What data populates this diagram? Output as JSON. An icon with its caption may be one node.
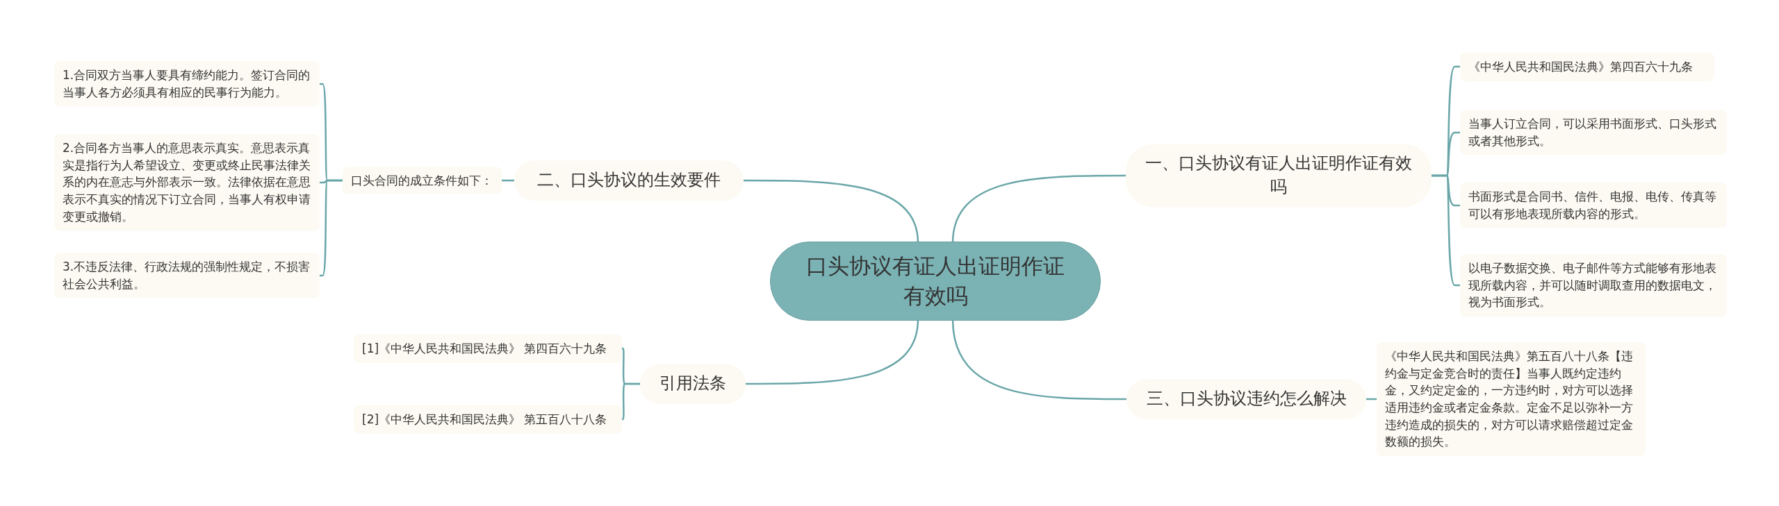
{
  "diagram": {
    "nodes": [
      {
        "text": [
          "口头协议有证人出证明作证有效吗"
        ]
      },
      {
        "text": [
          "一、口头协议有证人出证明作证有效吗"
        ]
      },
      {
        "text": [
          "《中华人民共和国民法典》第四百六十九条"
        ]
      },
      {
        "text": [
          "当事人订立合同，可以采用书面形式、口头形式或者其他形式。"
        ]
      },
      {
        "text": [
          "书面形式是合同书、信件、电报、电传、传真等可以有形地表现所载内容的形式。"
        ]
      },
      {
        "text": [
          "以电子数据交换、电子邮件等方式能够有形地表现所载内容，并可以随时调取查用的数据电文，视为书面形式。"
        ]
      },
      {
        "text": [
          "二、口头协议的生效要件"
        ]
      },
      {
        "text": [
          "口头合同的成立条件如下："
        ]
      },
      {
        "text": [
          "1.合同双方当事人要具有缔约能力。签订合同的当事人各方必须具有相应的民事行为能力。"
        ]
      },
      {
        "text": [
          "2.合同各方当事人的意思表示真实。意思表示真实是指行为人希望设立、变更或终止民事法律关系的内在意志与外部表示一致。法律依据在意思表示不真实的情况下订立合同，当事人有权申请变更或撤销。"
        ]
      },
      {
        "text": [
          "3.不违反法律、行政法规的强制性规定，不损害社会公共利益。"
        ]
      },
      {
        "text": [
          "三、口头协议违约怎么解决"
        ]
      },
      {
        "text": [
          "《中华人民共和国民法典》第五百八十八条【违约金与定金竞合时的责任】当事人既约定违约金，又约定定金的，一方违约时，对方可以选择适用违约金或者定金条款。定金不足以弥补一方违约造成的损失的，对方可以请求赔偿超过定金数额的损失。"
        ]
      },
      {
        "text": [
          "引用法条"
        ]
      },
      {
        "text": [
          "[1]《中华人民共和国民法典》 第四百六十九条"
        ]
      },
      {
        "text": [
          "[2]《中华人民共和国民法典》 第五百八十八条"
        ]
      }
    ],
    "edges": [
      {
        "from": 0,
        "to": 1,
        "arrow": "none"
      },
      {
        "from": 1,
        "to": 2,
        "arrow": "none"
      },
      {
        "from": 1,
        "to": 3,
        "arrow": "none"
      },
      {
        "from": 1,
        "to": 4,
        "arrow": "none"
      },
      {
        "from": 1,
        "to": 5,
        "arrow": "none"
      },
      {
        "from": 0,
        "to": 6,
        "arrow": "none"
      },
      {
        "from": 6,
        "to": 7,
        "arrow": "none"
      },
      {
        "from": 7,
        "to": 8,
        "arrow": "none"
      },
      {
        "from": 7,
        "to": 9,
        "arrow": "none"
      },
      {
        "from": 7,
        "to": 10,
        "arrow": "none"
      },
      {
        "from": 0,
        "to": 11,
        "arrow": "none"
      },
      {
        "from": 11,
        "to": 12,
        "arrow": "none"
      },
      {
        "from": 0,
        "to": 13,
        "arrow": "none"
      },
      {
        "from": 13,
        "to": 14,
        "arrow": "none"
      },
      {
        "from": 13,
        "to": 15,
        "arrow": "none"
      }
    ]
  }
}
